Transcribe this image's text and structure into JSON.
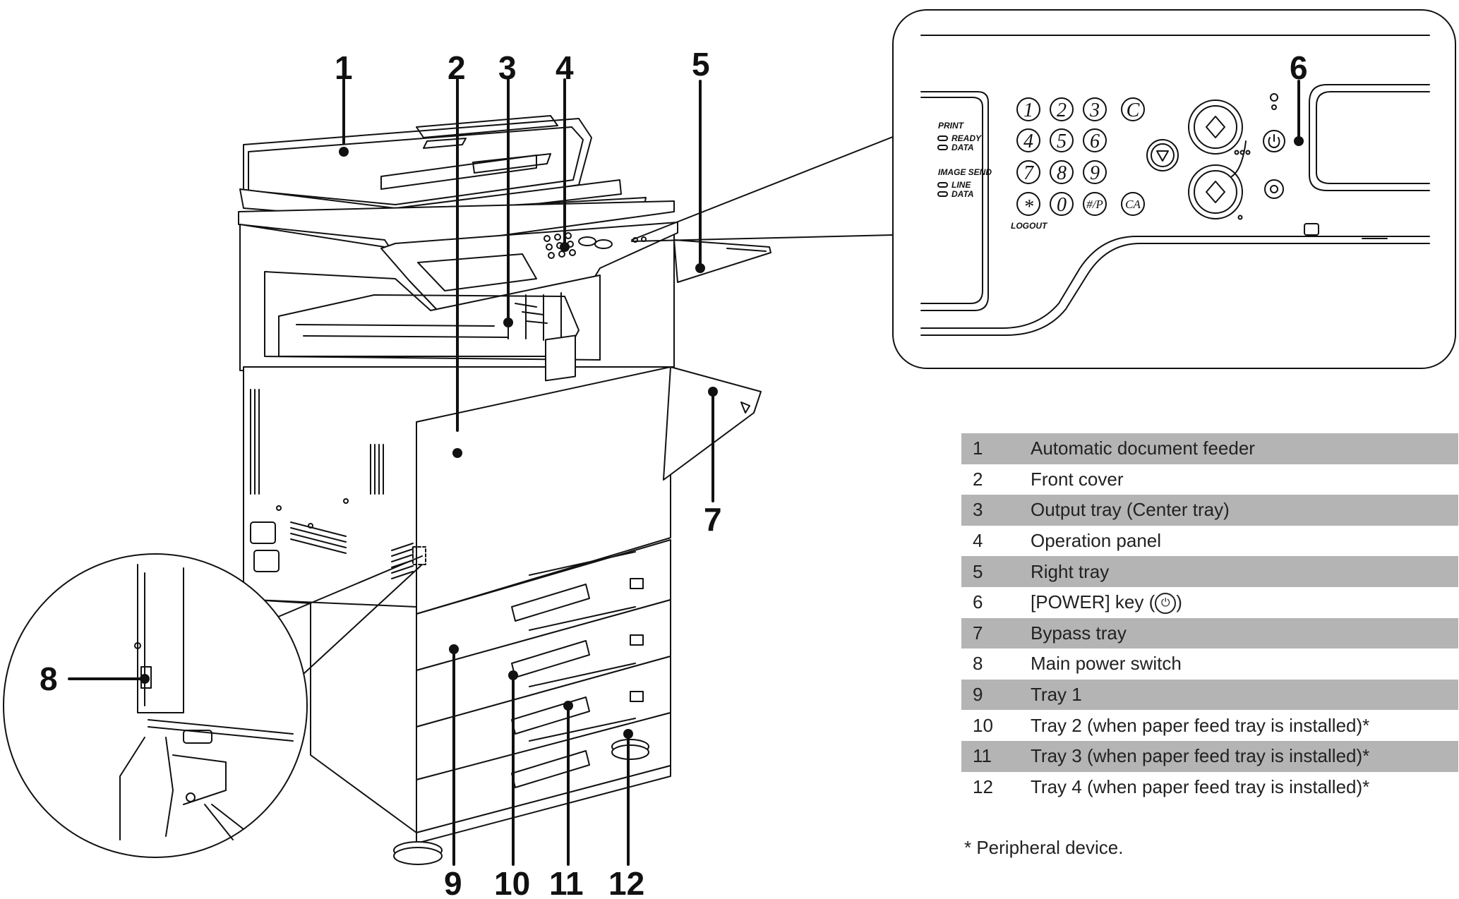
{
  "callouts": {
    "c1": "1",
    "c2": "2",
    "c3": "3",
    "c4": "4",
    "c5": "5",
    "c6": "6",
    "c7": "7",
    "c8": "8",
    "c9": "9",
    "c10": "10",
    "c11": "11",
    "c12": "12"
  },
  "panel": {
    "print": "PRINT",
    "ready": "READY",
    "data": "DATA",
    "image_send": "IMAGE SEND",
    "line": "LINE",
    "data2": "DATA",
    "logout": "LOGOUT",
    "keys": [
      "1",
      "2",
      "3",
      "C",
      "4",
      "5",
      "6",
      "7",
      "8",
      "9",
      "*",
      "0",
      "#/P",
      "CA"
    ]
  },
  "legend": [
    {
      "num": "1",
      "label": "Automatic document feeder"
    },
    {
      "num": "2",
      "label": "Front cover"
    },
    {
      "num": "3",
      "label": "Output tray (Center tray)"
    },
    {
      "num": "4",
      "label": "Operation panel"
    },
    {
      "num": "5",
      "label": "Right tray"
    },
    {
      "num": "6",
      "label_pre": "[POWER] key (",
      "label_post": ")"
    },
    {
      "num": "7",
      "label": "Bypass tray"
    },
    {
      "num": "8",
      "label": "Main power switch"
    },
    {
      "num": "9",
      "label": "Tray 1"
    },
    {
      "num": "10",
      "label": "Tray 2 (when paper feed tray is installed)*"
    },
    {
      "num": "11",
      "label": "Tray 3 (when paper feed tray is installed)*"
    },
    {
      "num": "12",
      "label": "Tray 4 (when paper feed tray is installed)*"
    }
  ],
  "footnote": "* Peripheral device.",
  "colors": {
    "stroke": "#111111",
    "row_shade": "#b4b4b4",
    "text": "#222222"
  }
}
